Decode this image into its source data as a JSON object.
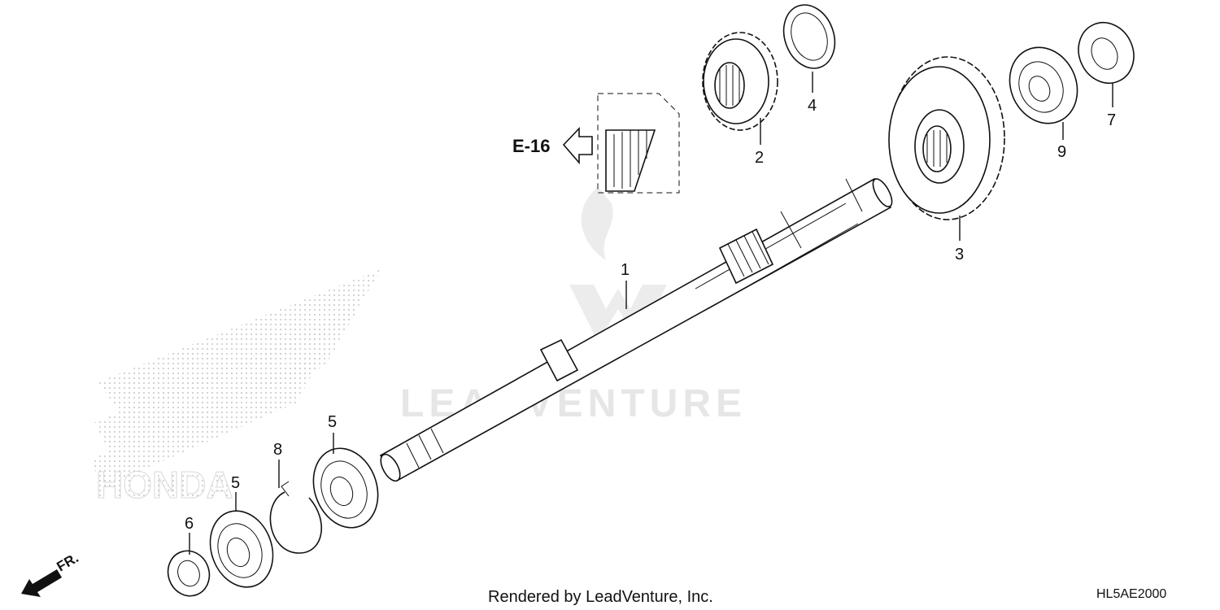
{
  "diagram": {
    "reference": {
      "label": "E-16"
    },
    "direction": {
      "label": "FR."
    },
    "callouts": [
      {
        "id": "1",
        "part": "shaft"
      },
      {
        "id": "2",
        "part": "small-gear"
      },
      {
        "id": "3",
        "part": "large-gear"
      },
      {
        "id": "4",
        "part": "washer"
      },
      {
        "id": "5",
        "part": "bearing"
      },
      {
        "id": "5",
        "part": "bearing"
      },
      {
        "id": "6",
        "part": "oil-seal"
      },
      {
        "id": "7",
        "part": "oil-seal"
      },
      {
        "id": "8",
        "part": "snap-ring"
      },
      {
        "id": "9",
        "part": "bearing"
      }
    ],
    "footer": {
      "rendered_by": "Rendered by LeadVenture, Inc.",
      "diagram_code": "HL5AE2000"
    },
    "watermark": {
      "text": "LEADVENTURE",
      "brand_text": "HONDA"
    },
    "colors": {
      "ink": "#111111",
      "watermark": "#e6e6e6",
      "background": "#ffffff"
    }
  }
}
